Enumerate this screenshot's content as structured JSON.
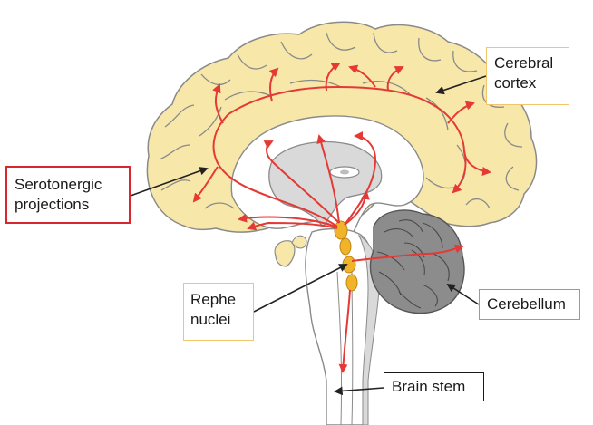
{
  "labels": {
    "cerebral_cortex": [
      "Cerebral",
      "cortex"
    ],
    "serotonergic_projections": [
      "Serotonergic",
      "projections"
    ],
    "raphe_nuclei": [
      "Rephe",
      "nuclei"
    ],
    "cerebellum": "Cerebellum",
    "brain_stem": "Brain stem"
  },
  "colors": {
    "cortex_fill": "#f7e7a9",
    "cortex_stroke": "#8a8a8a",
    "projection_red": "#e53935",
    "raphe_fill": "#f0b42a",
    "cerebellum_fill": "#8c8c8c",
    "inner_gray": "#d9d9d9",
    "label_border_yellow": "#f0c56c",
    "label_border_red": "#d9272e"
  }
}
